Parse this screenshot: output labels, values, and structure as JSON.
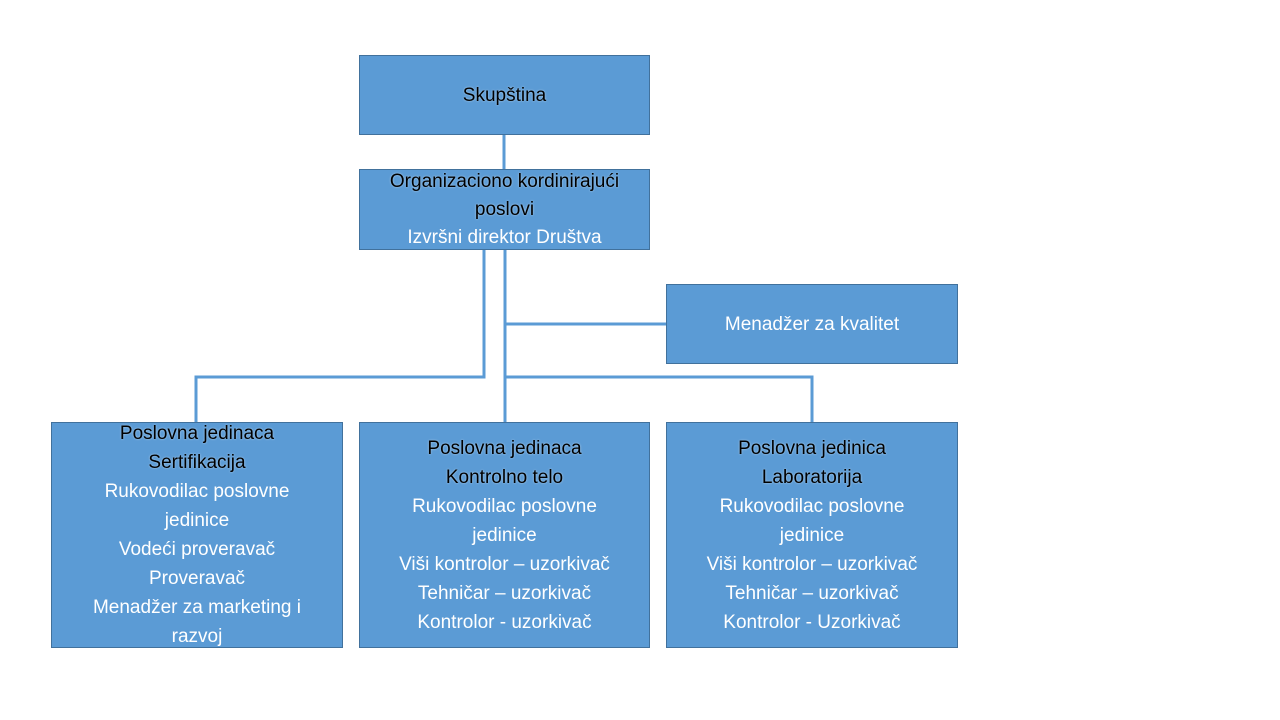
{
  "colors": {
    "box_fill": "#5b9bd5",
    "box_border": "#41719c",
    "connector": "#5b9bd5",
    "title_text": "#000000",
    "role_text": "#ffffff"
  },
  "assembly": {
    "title": "Skupština"
  },
  "coordination": {
    "title_lines": [
      "Organizaciono kordinirajući",
      "poslovi"
    ],
    "roles": [
      "Izvršni direktor Društva"
    ]
  },
  "quality_manager": {
    "roles": [
      "Menadžer za kvalitet"
    ]
  },
  "units": [
    {
      "title_lines": [
        "Poslovna jedinaca",
        "Sertifikacija"
      ],
      "roles": [
        "Rukovodilac poslovne",
        "jedinice",
        "Vodeći proveravač",
        "Proveravač",
        "Menadžer za marketing i",
        "razvoj"
      ]
    },
    {
      "title_lines": [
        "Poslovna jedinaca",
        "Kontrolno telo"
      ],
      "roles": [
        "Rukovodilac poslovne",
        "jedinice",
        "Viši kontrolor – uzorkivač",
        "Tehničar – uzorkivač",
        "Kontrolor - uzorkivač"
      ]
    },
    {
      "title_lines": [
        "Poslovna jedinica",
        "Laboratorija"
      ],
      "roles": [
        "Rukovodilac poslovne",
        "jedinice",
        "Viši kontrolor – uzorkivač",
        "Tehničar – uzorkivač",
        "Kontrolor - Uzorkivač"
      ]
    }
  ]
}
